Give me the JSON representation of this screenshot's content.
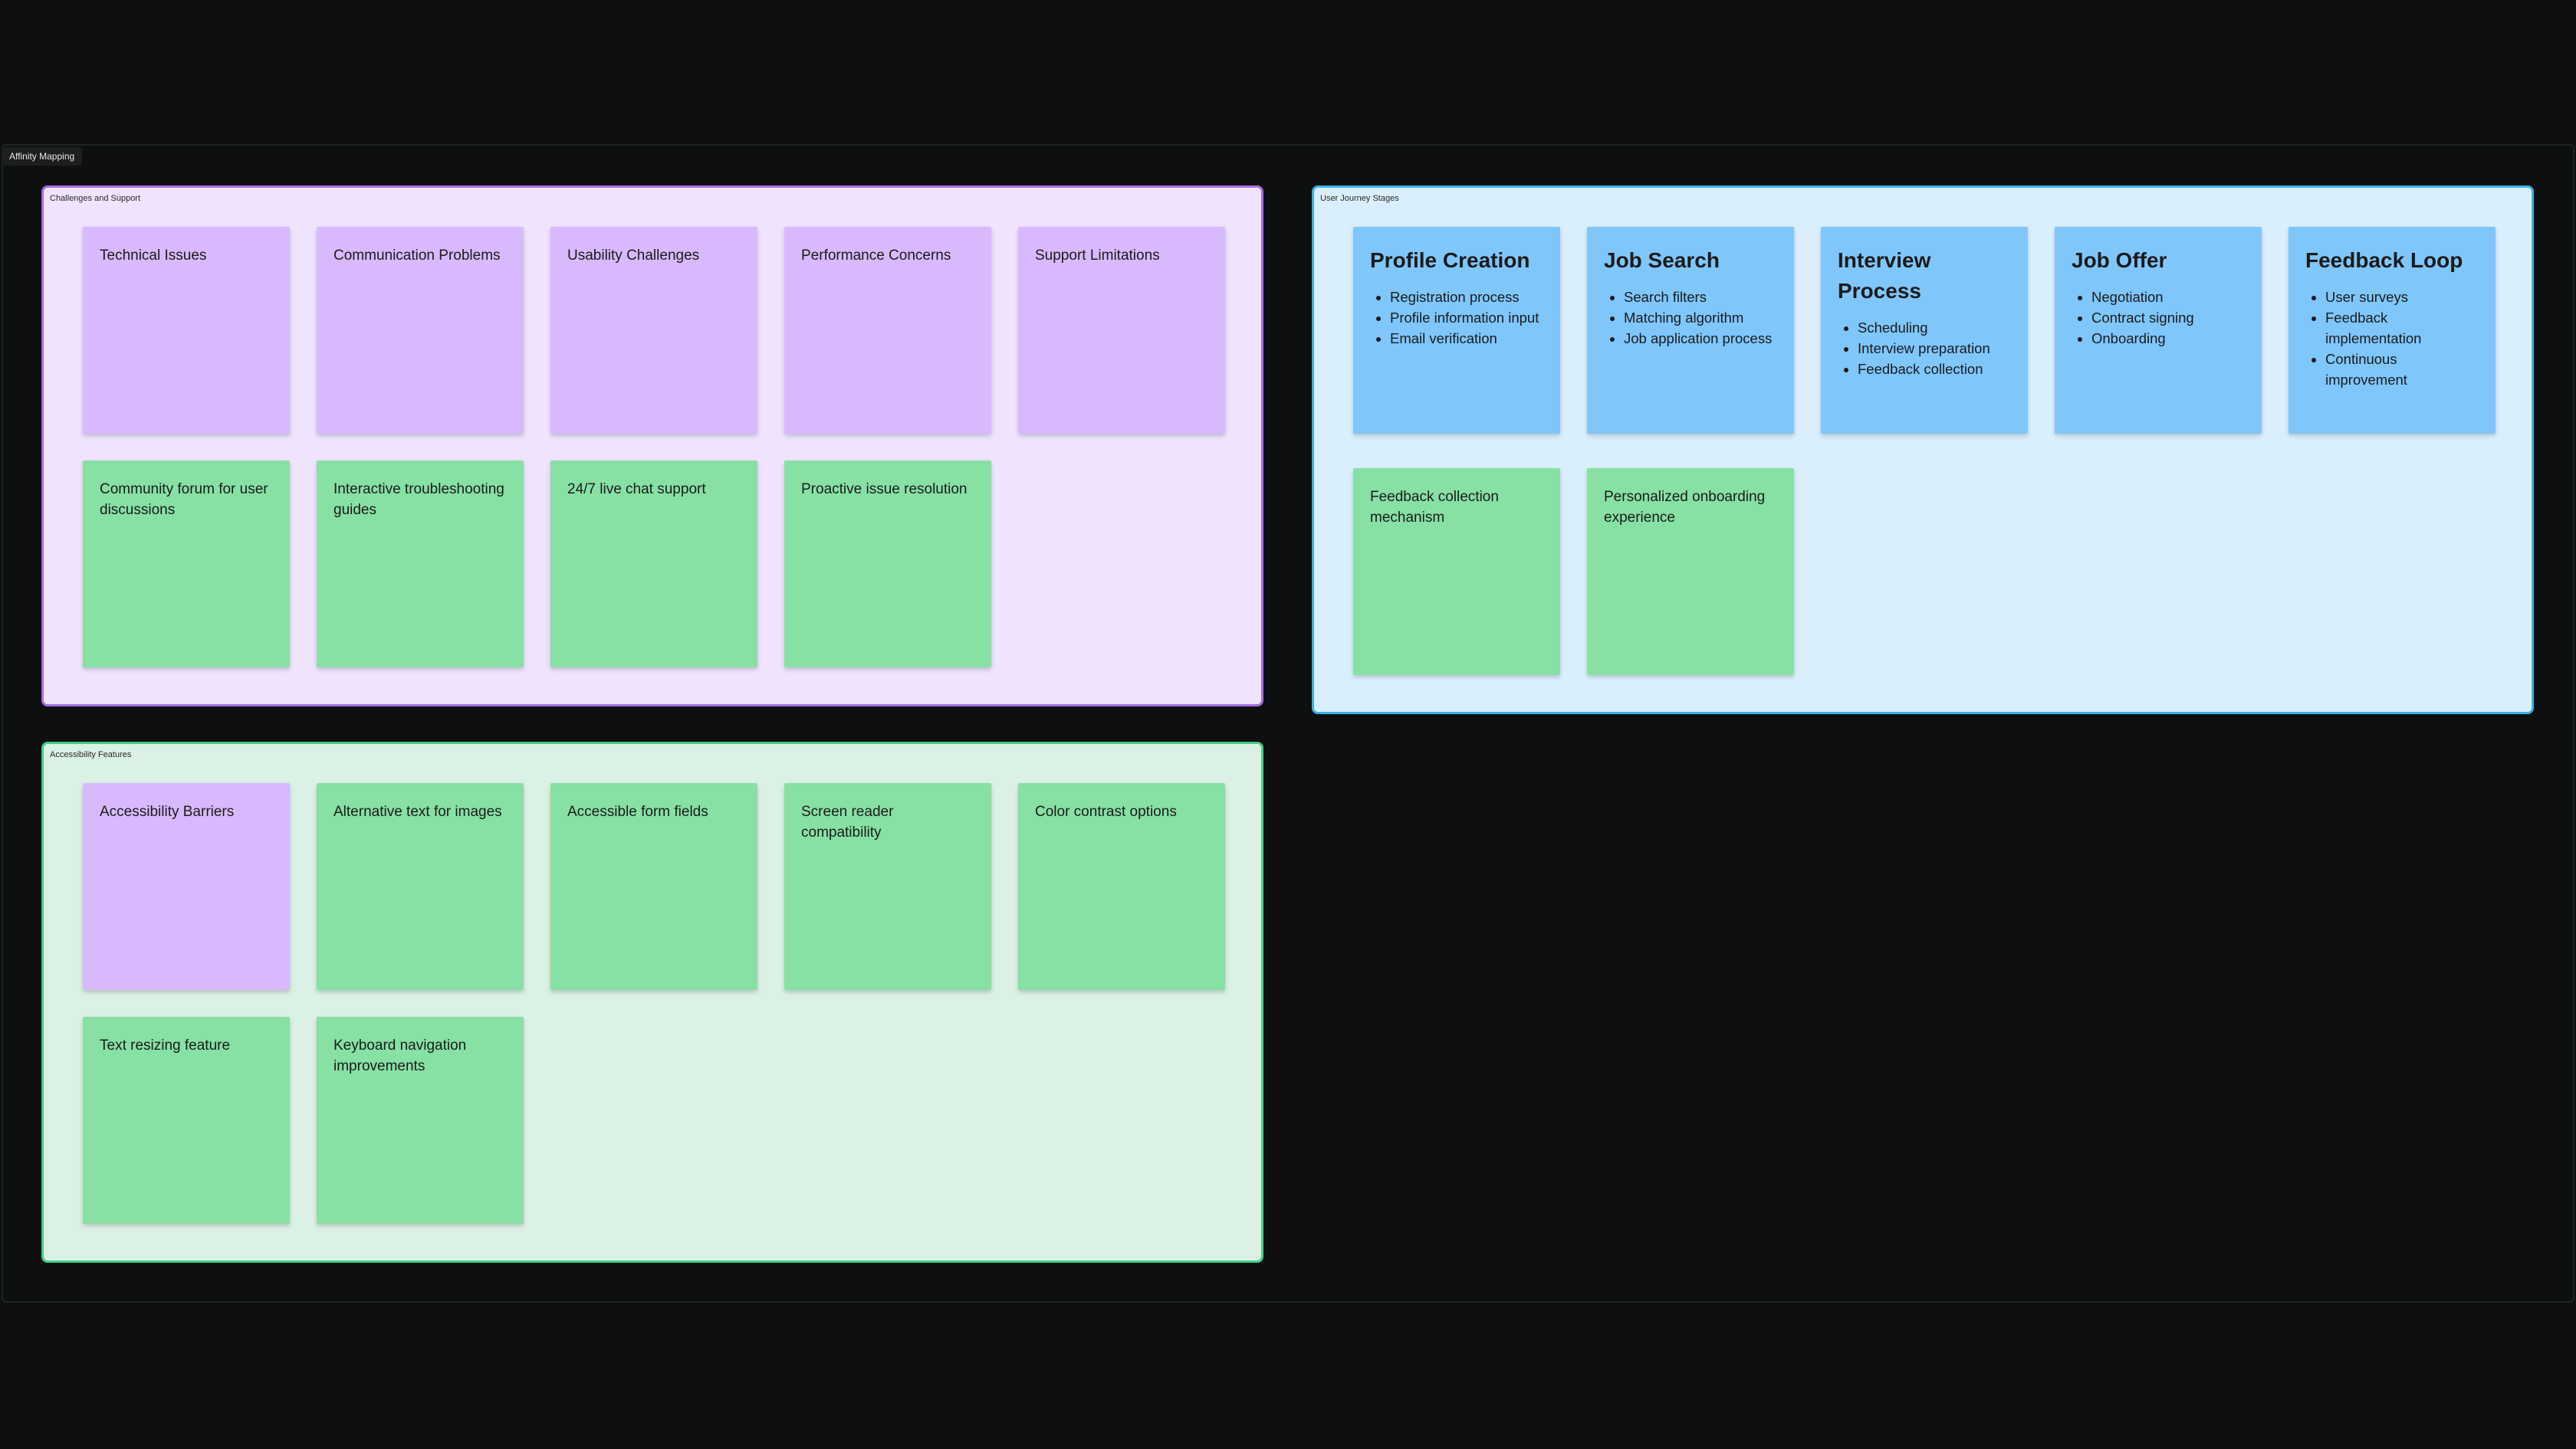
{
  "board": {
    "label": "Affinity Mapping"
  },
  "sections": {
    "challenges": {
      "title": "Challenges and Support",
      "notes": [
        {
          "text": "Technical Issues",
          "color": "purple"
        },
        {
          "text": "Communication Problems",
          "color": "purple"
        },
        {
          "text": "Usability Challenges",
          "color": "purple"
        },
        {
          "text": "Performance Concerns",
          "color": "purple"
        },
        {
          "text": "Support Limitations",
          "color": "purple"
        },
        {
          "text": "Community forum for user discussions",
          "color": "green"
        },
        {
          "text": "Interactive troubleshooting guides",
          "color": "green"
        },
        {
          "text": "24/7 live chat support",
          "color": "green"
        },
        {
          "text": "Proactive issue resolution",
          "color": "green"
        }
      ]
    },
    "journey": {
      "title": "User Journey Stages",
      "stages": [
        {
          "title": "Profile Creation",
          "items": [
            "Registration process",
            "Profile information input",
            "Email verification"
          ]
        },
        {
          "title": "Job Search",
          "items": [
            "Search filters",
            "Matching algorithm",
            "Job application process"
          ]
        },
        {
          "title": "Interview Process",
          "items": [
            "Scheduling",
            "Interview preparation",
            "Feedback collection"
          ]
        },
        {
          "title": "Job Offer",
          "items": [
            "Negotiation",
            "Contract signing",
            "Onboarding"
          ]
        },
        {
          "title": "Feedback Loop",
          "items": [
            "User surveys",
            "Feedback implementation",
            "Continuous improvement"
          ]
        }
      ],
      "notes": [
        {
          "text": "Feedback collection mechanism",
          "color": "green"
        },
        {
          "text": "Personalized onboarding experience",
          "color": "green"
        }
      ]
    },
    "accessibility": {
      "title": "Accessibility Features",
      "notes": [
        {
          "text": "Accessibility Barriers",
          "color": "purple"
        },
        {
          "text": "Alternative text for images",
          "color": "green"
        },
        {
          "text": "Accessible form fields",
          "color": "green"
        },
        {
          "text": "Screen reader compatibility",
          "color": "green"
        },
        {
          "text": "Color contrast options",
          "color": "green"
        },
        {
          "text": "Text resizing feature",
          "color": "green"
        },
        {
          "text": "Keyboard navigation improvements",
          "color": "green"
        }
      ]
    }
  },
  "colors": {
    "canvas_bg": "#0e1010",
    "sticky_purple": "#d8b9fd",
    "sticky_green": "#87e0a4",
    "sticky_blue": "#7fc6fb",
    "section_purple_bg": "#efe3fe",
    "section_blue_bg": "#daeffd",
    "section_green_bg": "#dcf1e5"
  }
}
